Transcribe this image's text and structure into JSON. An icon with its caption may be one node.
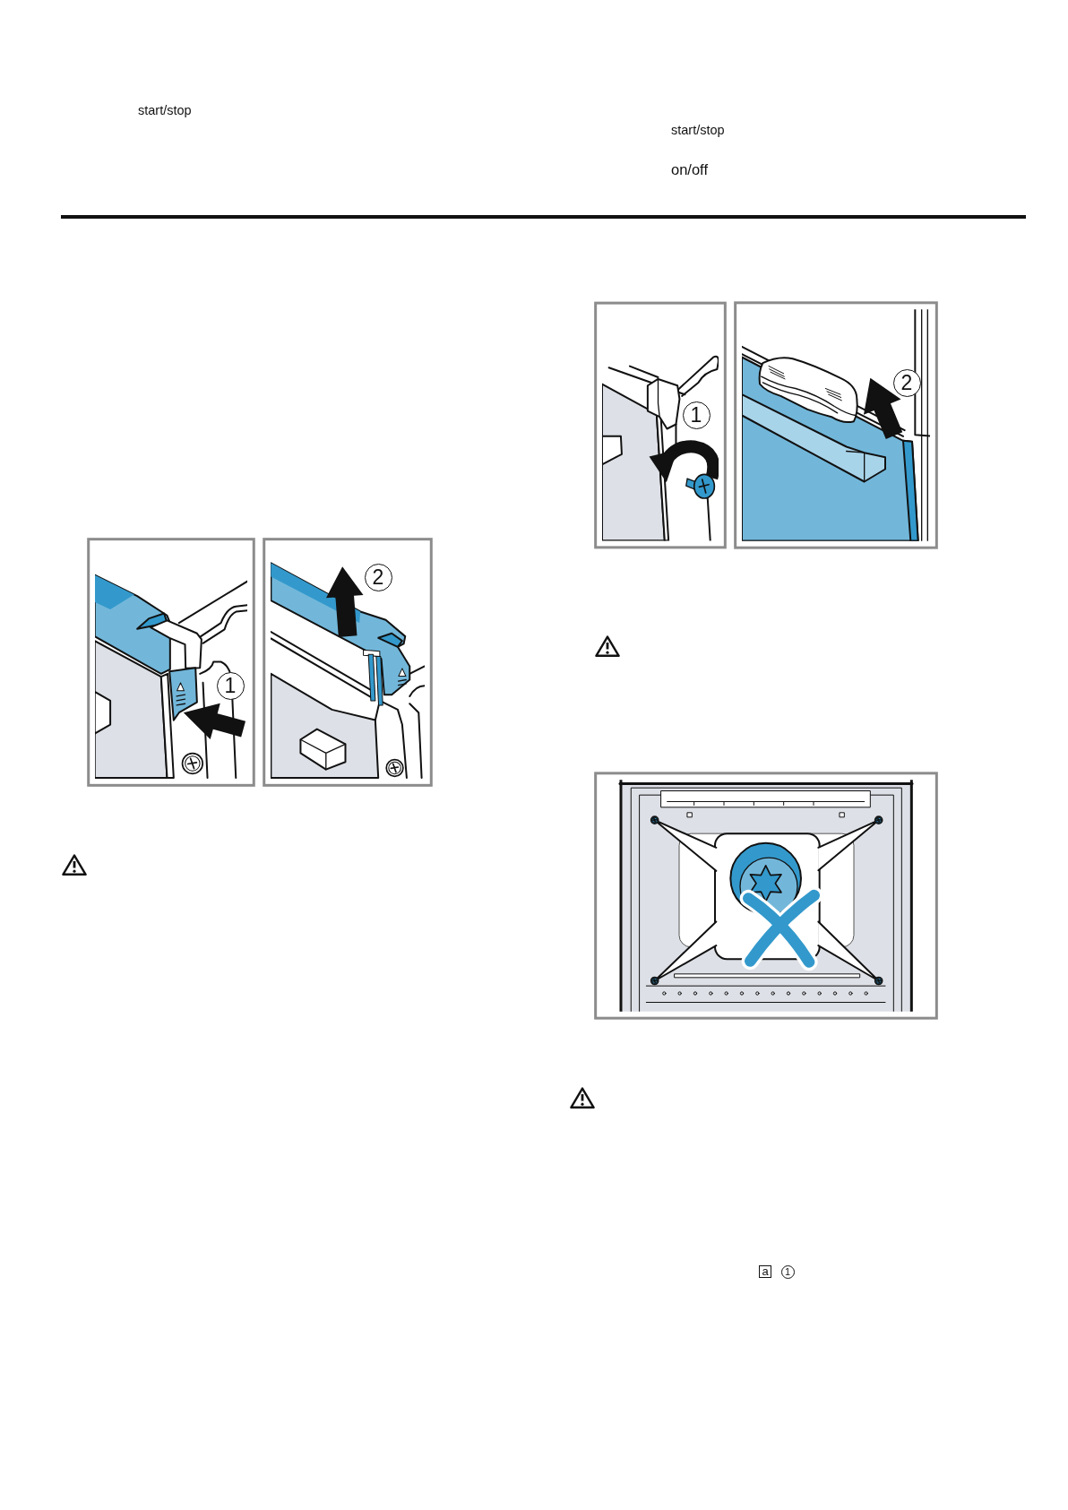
{
  "diagram": {
    "labels": [
      "start/stop",
      "start/stop",
      "on/off",
      "1",
      "2",
      "1",
      "2",
      "a",
      "1"
    ]
  }
}
